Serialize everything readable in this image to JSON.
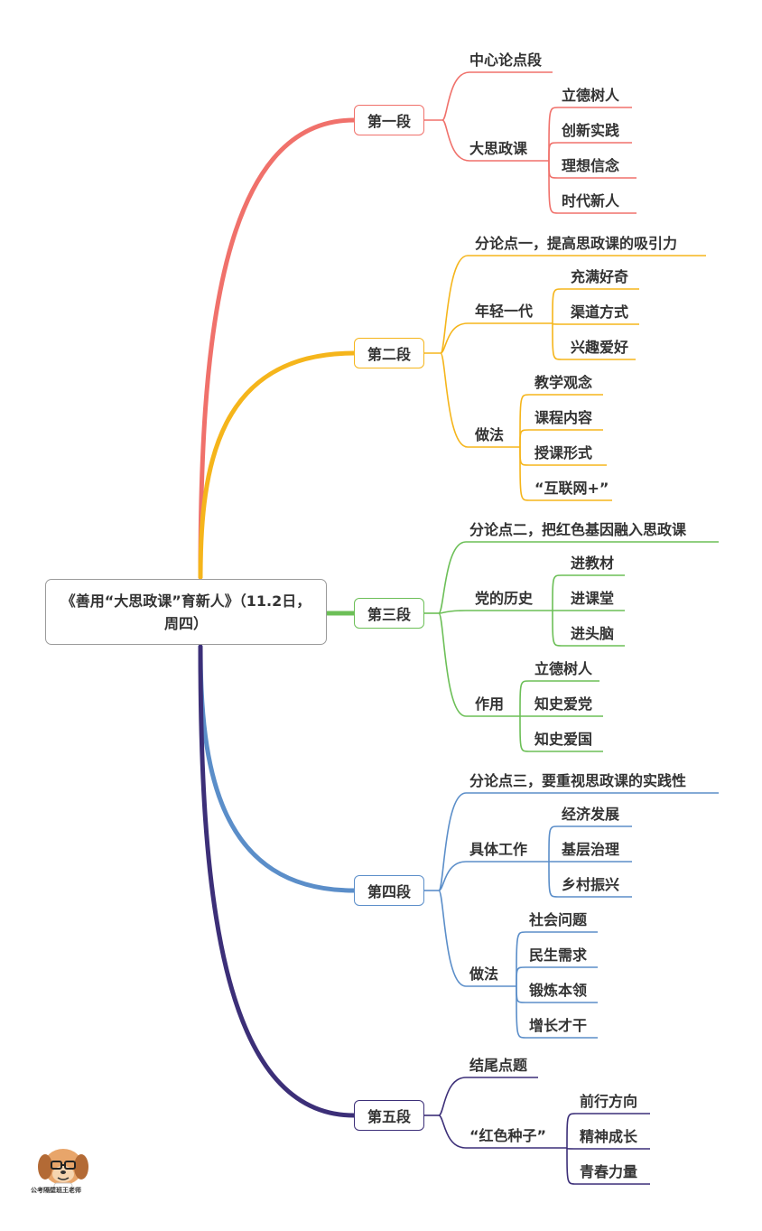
{
  "root": {
    "title": "《善用“大思政课”育新人》（11.2日，周四）"
  },
  "watermark": {
    "caption": "公考隔壁班王老师"
  },
  "branches": [
    {
      "label": "第一段",
      "color": "#f0716b",
      "groups": [
        {
          "label": "中心论点段",
          "children": []
        },
        {
          "label": "大思政课",
          "children": [
            "立德树人",
            "创新实践",
            "理想信念",
            "时代新人"
          ]
        }
      ]
    },
    {
      "label": "第二段",
      "color": "#f5b51b",
      "groups": [
        {
          "label": "分论点一，提高思政课的吸引力",
          "children": []
        },
        {
          "label": "年轻一代",
          "children": [
            "充满好奇",
            "渠道方式",
            "兴趣爱好"
          ]
        },
        {
          "label": "做法",
          "children": [
            "教学观念",
            "课程内容",
            "授课形式",
            "“互联网+”"
          ]
        }
      ]
    },
    {
      "label": "第三段",
      "color": "#6cbf57",
      "groups": [
        {
          "label": "分论点二，把红色基因融入思政课",
          "children": []
        },
        {
          "label": "党的历史",
          "children": [
            "进教材",
            "进课堂",
            "进头脑"
          ]
        },
        {
          "label": "作用",
          "children": [
            "立德树人",
            "知史爱党",
            "知史爱国"
          ]
        }
      ]
    },
    {
      "label": "第四段",
      "color": "#5b8ec9",
      "groups": [
        {
          "label": "分论点三，要重视思政课的实践性",
          "children": []
        },
        {
          "label": "具体工作",
          "children": [
            "经济发展",
            "基层治理",
            "乡村振兴"
          ]
        },
        {
          "label": "做法",
          "children": [
            "社会问题",
            "民生需求",
            "锻炼本领",
            "增长才干"
          ]
        }
      ]
    },
    {
      "label": "第五段",
      "color": "#3c2f78",
      "groups": [
        {
          "label": "结尾点题",
          "children": []
        },
        {
          "label": "“红色种子”",
          "children": [
            "前行方向",
            "精神成长",
            "青春力量"
          ]
        }
      ]
    }
  ]
}
